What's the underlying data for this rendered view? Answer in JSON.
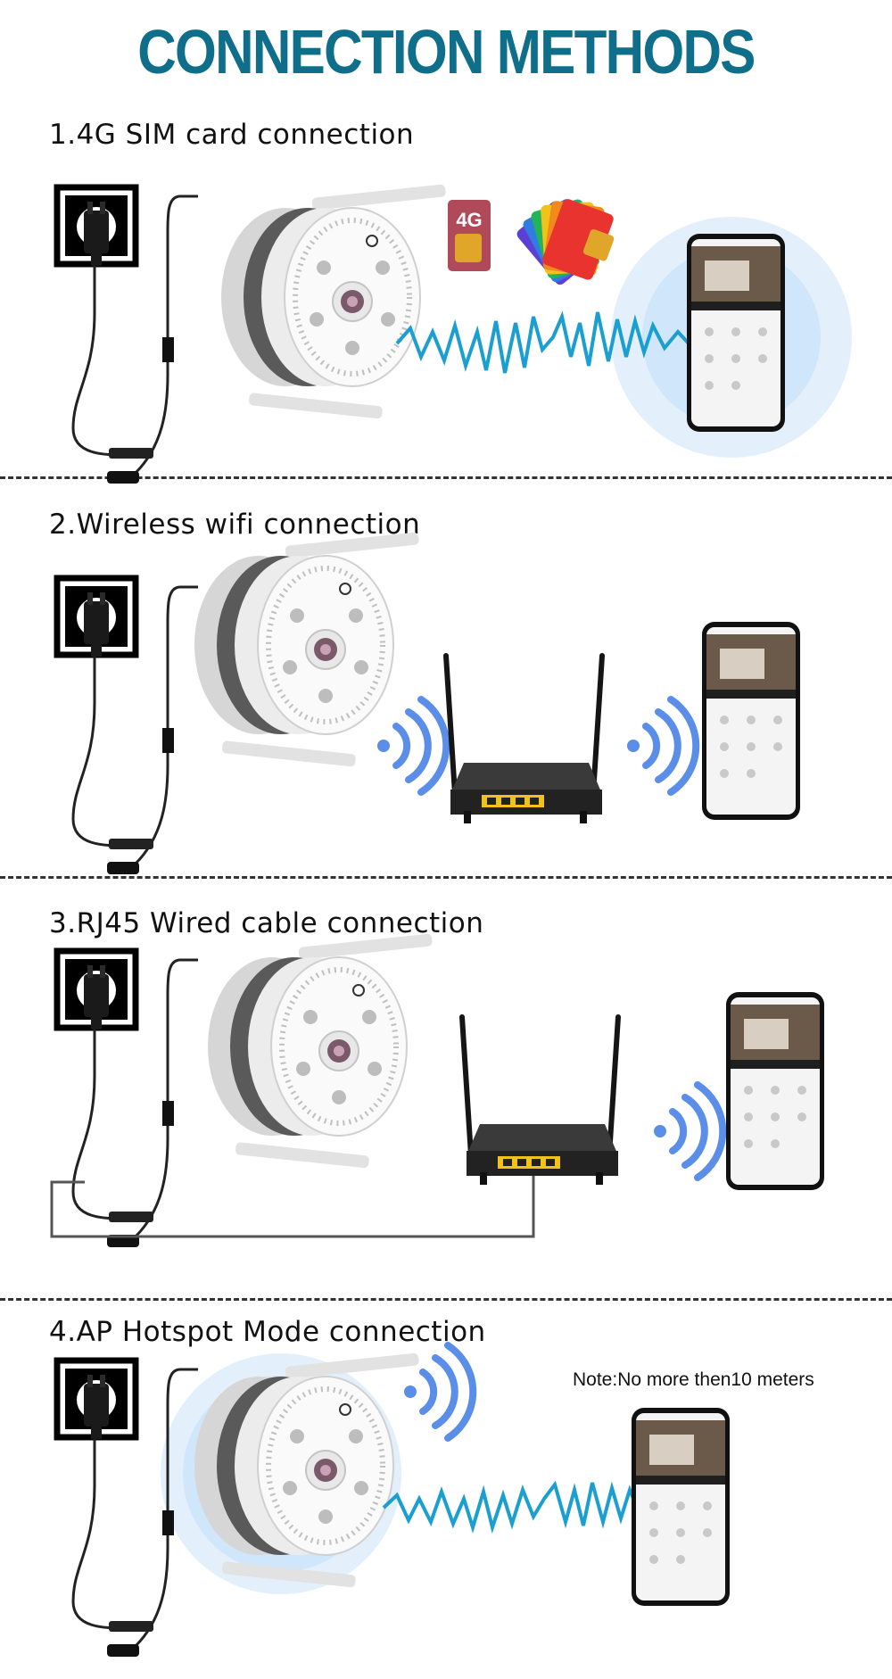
{
  "page": {
    "title": "CONNECTION METHODS"
  },
  "colors": {
    "title": "#0f6e8a",
    "wave": "#1a9fd0",
    "wifi": "#5a8ee8",
    "halo": "#cfe6fb",
    "port": "#f2c21b"
  },
  "sections": [
    {
      "label": "1.4G SIM card connection",
      "sim_badge": "4G"
    },
    {
      "label": "2.Wireless wifi connection"
    },
    {
      "label": "3.RJ45 Wired cable connection"
    },
    {
      "label": "4.AP Hotspot Mode connection",
      "note": "Note:No more then10 meters"
    }
  ]
}
